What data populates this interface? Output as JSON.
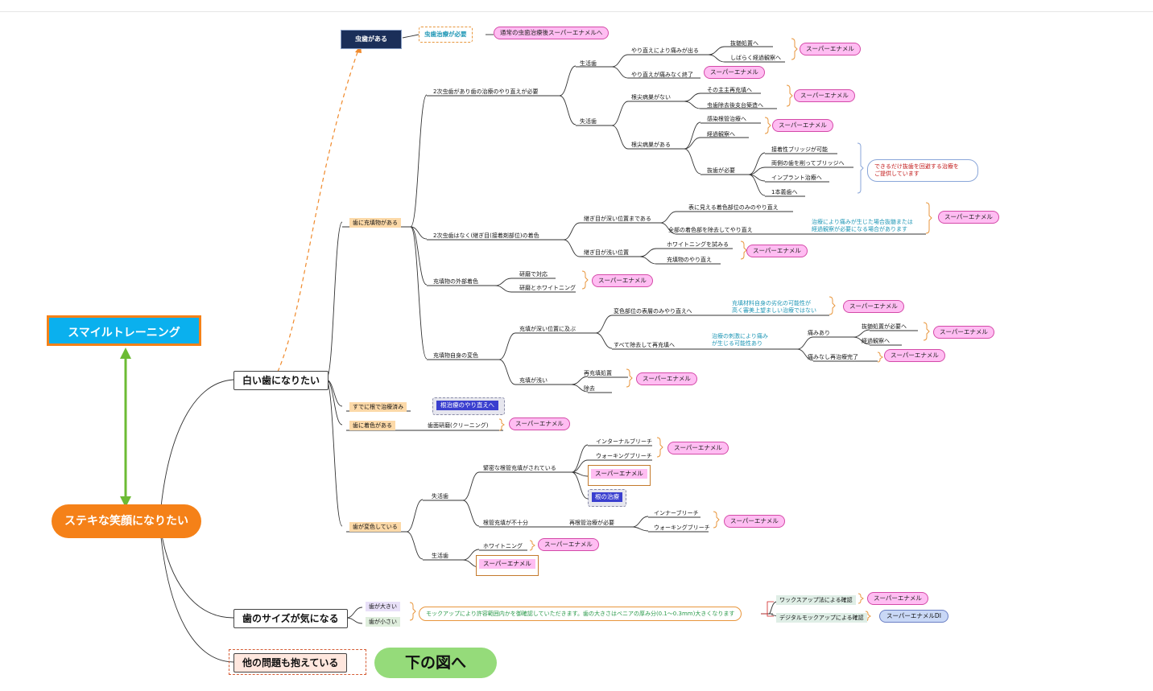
{
  "central": {
    "label": "ステキな笑顔になりたい"
  },
  "smile": {
    "label": "スマイルトレーニング"
  },
  "branches": {
    "white": "白い歯になりたい",
    "size": "歯のサイズが気になる",
    "other": "他の問題も抱えている",
    "next": "下の図へ"
  },
  "caries": {
    "title": "虫歯がある",
    "need": "虫歯治療が必要",
    "after": "通常の虫歯治療後スーパーエナメルへ"
  },
  "fill": {
    "title": "歯に充填物がある",
    "sec": "2次虫歯があり歯の治療のやり直えが必要",
    "live": "生活歯",
    "pain": "やり直えにより痛みが出る",
    "pulp": "抜髄処置へ",
    "root": "しばらく経過観察へ",
    "nopain": "やり直えが痛みなく終了",
    "dead": "失活歯",
    "nolesion": "根尖病巣がない",
    "refill": "その主主再充填へ",
    "post": "虫歯除去後支台築造へ",
    "lesion": "根尖病巣がある",
    "retreat": "感染根管治療へ",
    "observe": "経過観察へ",
    "extract": "抜歯が必要",
    "bridge": "接着性ブリッジが可能",
    "bridge2": "両側の歯を削ってブリッジへ",
    "implant": "インプラント治療へ",
    "denture": "1本義歯へ",
    "ext_note": "できるだけ抜歯を回避する治療を\nご提供しています",
    "nocar": "2次虫歯はなく(継ぎ目(接着剤部位)の着色",
    "deep": "継ぎ目が深い位置まである",
    "visible": "表に見える着色部位のみのやり直え",
    "all": "全部の着色部を除去してやり直え",
    "all_note": "治療により痛みが生じた場合抜髄または\n経過観察が必要になる場合があります",
    "shallow": "継ぎ目が浅い位置",
    "whiten": "ホワイトニングを試みる",
    "refill2": "充填物のやり直え",
    "ext": "充填物の外部着色",
    "polish": "研磨で対応",
    "polishw": "研磨とホワイトニング",
    "inner": "充填物自身の変色",
    "deeppos": "充填が深い位置に及ぶ",
    "surface": "変色部位の表層のみやり直えへ",
    "surf_note": "充填材料自身の劣化の可能性が\n高く審美上望ましい治療ではない",
    "allre": "すべて除去して再充填へ",
    "allre_note": "治療の刺激により痛み\nが生じる可能性あり",
    "painy": "痛みあり",
    "painy_pulp": "抜髄処置が必要へ",
    "painy_obs": "経過観察へ",
    "nopain2": "痛みなし再治療完了",
    "shallowpos": "充填が浅い",
    "refill3": "再充填処置",
    "remove": "除去"
  },
  "done": {
    "title": "すでに根で治療済み",
    "retreat": "根治療のやり直えへ"
  },
  "stain": {
    "title": "歯に着色がある",
    "clean": "歯面研磨(クリーニング)"
  },
  "disc": {
    "title": "歯が変色している",
    "dead": "失活歯",
    "good": "緊密な根管充填がされている",
    "internal": "インターナルブリーチ",
    "walking": "ウォーキングブリーチ",
    "root": "根の治療",
    "bad": "根管充填が不十分",
    "redo": "再根管治療が必要",
    "inner": "インナーブリーチ",
    "walking2": "ウォーキングブリーチ",
    "live": "生活歯",
    "whiten": "ホワイトニング"
  },
  "sizeb": {
    "big": "歯が大きい",
    "small": "歯が小さい",
    "note": "モックアップにより許容範囲内かを御確認していただきます。歯の大きさはベニアの厚み分(0.1〜0.3mm)大きくなります",
    "wax": "ワックスアップ法による確認",
    "digital": "デジタルモックアップによる確認",
    "di": "スーパーエナメルDI"
  },
  "se": "スーパーエナメル"
}
